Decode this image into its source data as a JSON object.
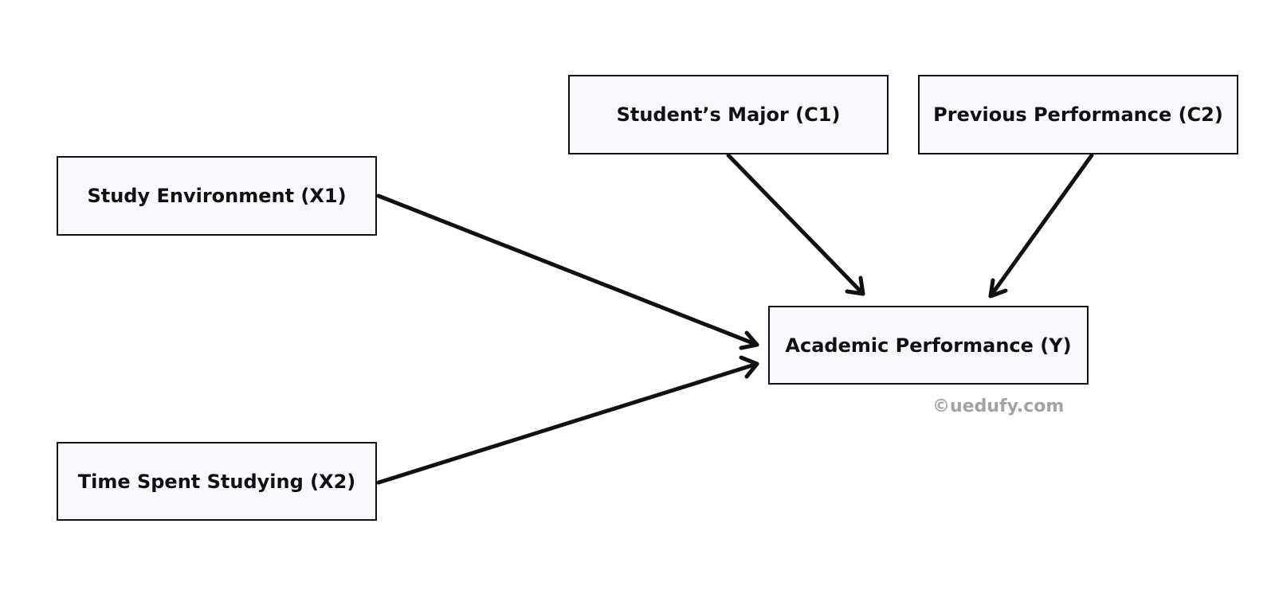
{
  "diagram": {
    "nodes": {
      "x1": {
        "label": "Study Environment (X1)"
      },
      "x2": {
        "label": "Time Spent Studying (X2)"
      },
      "c1": {
        "label": "Student’s Major (C1)"
      },
      "c2": {
        "label": "Previous Performance (C2)"
      },
      "y": {
        "label": "Academic Performance (Y)"
      }
    },
    "edges": [
      {
        "from": "x1",
        "to": "y"
      },
      {
        "from": "x2",
        "to": "y"
      },
      {
        "from": "c1",
        "to": "y"
      },
      {
        "from": "c2",
        "to": "y"
      }
    ],
    "colors": {
      "box_fill": "#f8f9fd",
      "box_border": "#111111",
      "arrow": "#111111",
      "watermark": "#a3a3a3"
    }
  },
  "watermark": "©uedufy.com"
}
